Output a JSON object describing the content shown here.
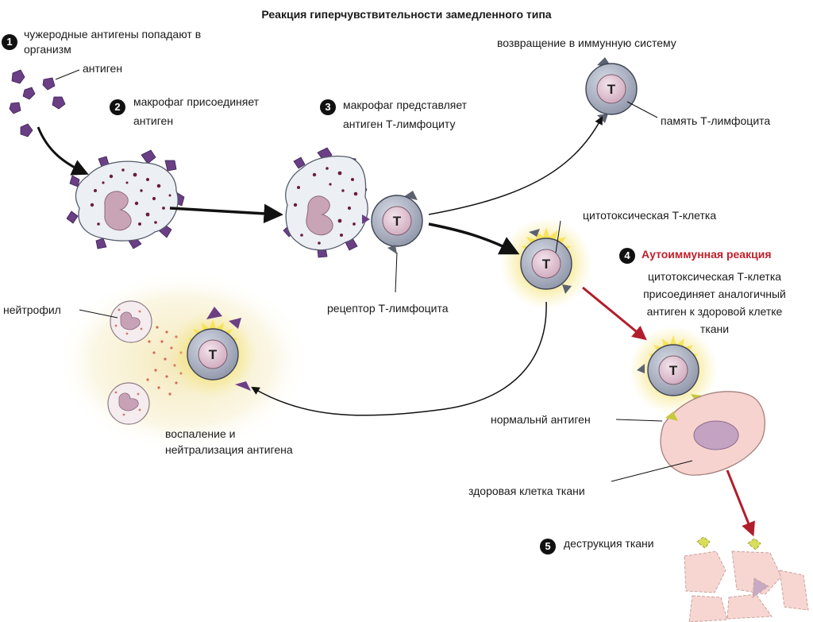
{
  "title": "Реакция гиперчувствительности замедленного типа",
  "steps": [
    {
      "number": "1",
      "text_line1": "чужеродные антигены попадают в",
      "text_line2": "организм"
    },
    {
      "number": "2",
      "text_line1": "макрофаг присоединяет",
      "text_line2": "антиген"
    },
    {
      "number": "3",
      "text_line1": "макрофаг представляет",
      "text_line2": "антиген Т-лимфоциту"
    },
    {
      "number": "4",
      "title": "Аутоиммунная реакция",
      "lines": [
        "цитотоксическая Т-клетка",
        "присоединяет аналогичный",
        "антиген к здоровой клетке",
        "ткани"
      ]
    },
    {
      "number": "5",
      "text": "деструкция ткани"
    }
  ],
  "labels": {
    "antigen": "антиген",
    "return_immune": "возвращение в иммунную систему",
    "memory_t": "память Т-лимфоцита",
    "cytotoxic_t": "цитотоксическая Т-клетка",
    "t_receptor": "рецептор Т-лимфоцита",
    "neutrophil": "нейтрофил",
    "inflammation_line1": "воспаление и",
    "inflammation_line2": "нейтрализация антигена",
    "normal_antigen": "нормальнй антиген",
    "healthy_cell": "здоровая клетка ткани"
  },
  "cell_letter": "Т",
  "colors": {
    "antigen": "#6b3f86",
    "macrophage_fill": "#eef0f4",
    "macrophage_dots": "#6a1d3a",
    "t_cell_fill": "#a9afc0",
    "t_cell_nucleus": "#e2c8d6",
    "glow": "#f2dc3a",
    "autoimmune_red": "#c0202a",
    "tissue_fill": "#f6d3cf",
    "normal_antigen": "#c6c93a"
  }
}
